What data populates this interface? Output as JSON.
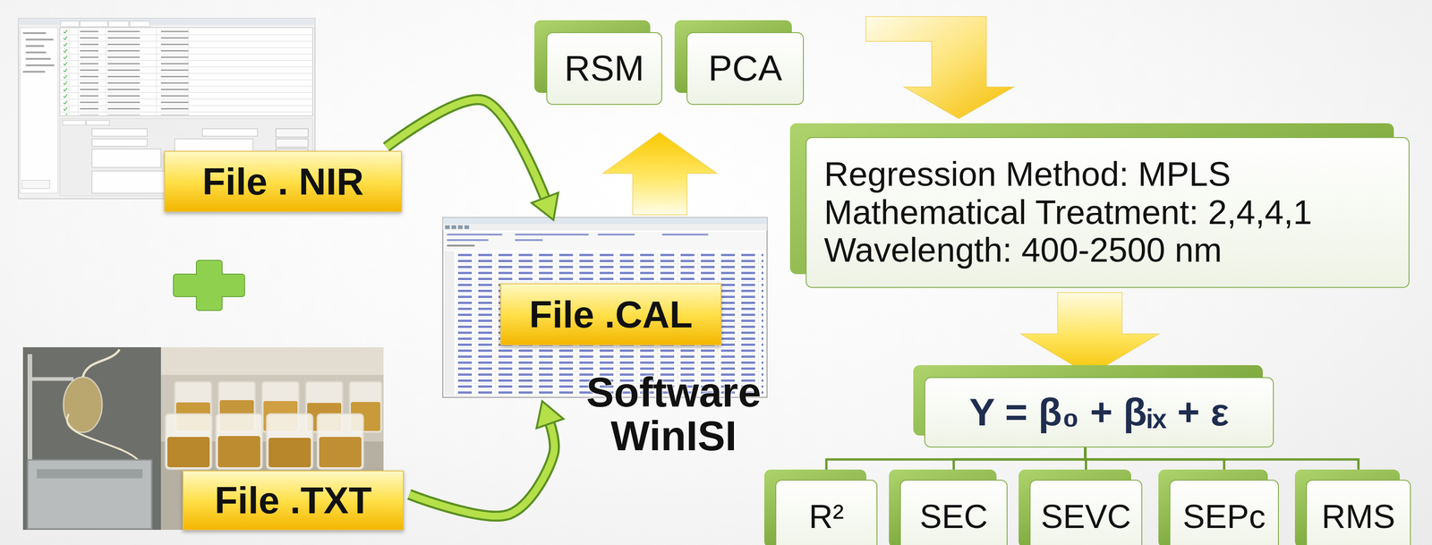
{
  "diagram": {
    "nodes": [
      {
        "text": [
          "File . NIR"
        ]
      },
      {
        "text": [
          "File .TXT"
        ]
      },
      {
        "text": [
          "File .CAL"
        ]
      },
      {
        "text": [
          "RSM"
        ]
      },
      {
        "text": [
          "PCA"
        ]
      },
      {
        "text": [
          "Regression Method: MPLS",
          "Mathematical Treatment: 2,4,4,1",
          "Wavelength: 400-2500 nm"
        ]
      },
      {
        "text": [
          "Y = β₀ + βᵢₓ + ε"
        ]
      },
      {
        "text": [
          "R²"
        ]
      },
      {
        "text": [
          "SEC"
        ]
      },
      {
        "text": [
          "SEVC"
        ]
      },
      {
        "text": [
          "SEPc"
        ]
      },
      {
        "text": [
          "RMS"
        ]
      }
    ],
    "edges": [
      {
        "from": 0,
        "to": 2,
        "arrow": "to"
      },
      {
        "from": 1,
        "to": 2,
        "arrow": "to"
      },
      {
        "from": 5,
        "to": 6,
        "arrow": "to"
      },
      {
        "from": 6,
        "to": 7,
        "arrow": "none"
      },
      {
        "from": 6,
        "to": 8,
        "arrow": "none"
      },
      {
        "from": 6,
        "to": 9,
        "arrow": "none"
      },
      {
        "from": 6,
        "to": 10,
        "arrow": "none"
      },
      {
        "from": 6,
        "to": 11,
        "arrow": "none"
      }
    ],
    "labels": [
      "Software WinISI"
    ]
  }
}
